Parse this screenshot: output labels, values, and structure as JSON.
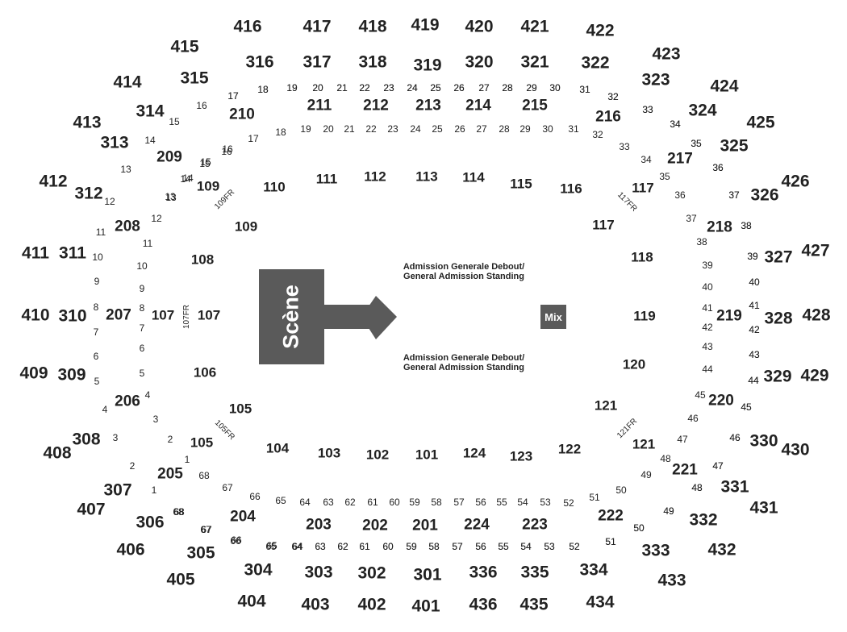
{
  "colors": {
    "stage": "#5a5a5a",
    "text": "#222222",
    "background": "#ffffff"
  },
  "stage": {
    "label": "Scène"
  },
  "mix": {
    "label": "Mix"
  },
  "ga_top": {
    "line1": "Admission Generale Debout/",
    "line2": "General Admission Standing"
  },
  "ga_bottom": {
    "line1": "Admission Generale Debout/",
    "line2": "General Admission Standing"
  },
  "labels": [
    "416",
    "417",
    "418",
    "419",
    "420",
    "421",
    "422",
    "415",
    "423",
    "414",
    "424",
    "413",
    "425",
    "412",
    "426",
    "411",
    "427",
    "410",
    "428",
    "409",
    "429",
    "408",
    "430",
    "407",
    "431",
    "406",
    "432",
    "405",
    "433",
    "404",
    "403",
    "402",
    "401",
    "436",
    "435",
    "434",
    "316",
    "317",
    "318",
    "319",
    "320",
    "321",
    "322",
    "315",
    "323",
    "314",
    "324",
    "313",
    "325",
    "312",
    "326",
    "311",
    "327",
    "310",
    "328",
    "309",
    "329",
    "308",
    "330",
    "307",
    "331",
    "306",
    "332",
    "305",
    "333",
    "304",
    "303",
    "302",
    "301",
    "336",
    "335",
    "334",
    "210",
    "211",
    "212",
    "213",
    "214",
    "215",
    "216",
    "209",
    "217",
    "208",
    "218",
    "207",
    "219",
    "206",
    "220",
    "205",
    "221",
    "204",
    "222",
    "203",
    "202",
    "201",
    "224",
    "223",
    "109",
    "110",
    "111",
    "112",
    "113",
    "114",
    "115",
    "116",
    "117",
    "117",
    "118",
    "119",
    "120",
    "121",
    "121",
    "122",
    "123",
    "124",
    "101",
    "102",
    "103",
    "104",
    "105",
    "105",
    "106",
    "107",
    "107",
    "108",
    "109",
    "109FR",
    "117FR",
    "105FR",
    "121FR",
    "107FR",
    "17",
    "18",
    "19",
    "20",
    "21",
    "22",
    "23",
    "24",
    "25",
    "26",
    "27",
    "28",
    "29",
    "30",
    "31",
    "32",
    "33",
    "34",
    "35",
    "36",
    "37",
    "38",
    "39",
    "40",
    "41",
    "42",
    "43",
    "44",
    "45",
    "46",
    "47",
    "48",
    "49",
    "50",
    "51",
    "52",
    "53",
    "54",
    "55",
    "56",
    "57",
    "58",
    "59",
    "60",
    "61",
    "62",
    "63",
    "64",
    "65",
    "66",
    "67",
    "68",
    "1",
    "2",
    "3",
    "4",
    "5",
    "6",
    "7",
    "8",
    "9",
    "10",
    "11",
    "12",
    "13",
    "14",
    "15",
    "16",
    "16",
    "15",
    "14",
    "13",
    "12",
    "11",
    "10",
    "9",
    "8",
    "7",
    "6",
    "5",
    "4",
    "3",
    "2",
    "1",
    "68",
    "67",
    "66",
    "65",
    "64",
    "63",
    "62",
    "61",
    "60",
    "59",
    "58",
    "57",
    "56",
    "55",
    "54",
    "53",
    "52",
    "51",
    "50",
    "49",
    "48",
    "47",
    "46",
    "45",
    "44",
    "43",
    "42",
    "41",
    "40",
    "39",
    "38",
    "37",
    "36",
    "35",
    "34",
    "33",
    "32",
    "31",
    "30",
    "29",
    "28",
    "27",
    "26",
    "25",
    "24",
    "23",
    "22",
    "21",
    "20",
    "19",
    "18",
    "17",
    "16",
    "15",
    "14",
    "13",
    "68",
    "67",
    "66",
    "65",
    "64",
    "63",
    "62",
    "61",
    "60",
    "59",
    "58",
    "57",
    "56",
    "55",
    "54",
    "53",
    "52",
    "51",
    "50",
    "49",
    "48",
    "47",
    "46",
    "45",
    "44",
    "43",
    "42",
    "41",
    "40",
    "39",
    "38",
    "37",
    "36",
    "35",
    "34",
    "33",
    "32",
    "31",
    "30",
    "29",
    "28",
    "27",
    "26",
    "25",
    "24",
    "23",
    "22",
    "21",
    "20",
    "19",
    "18",
    "17"
  ]
}
